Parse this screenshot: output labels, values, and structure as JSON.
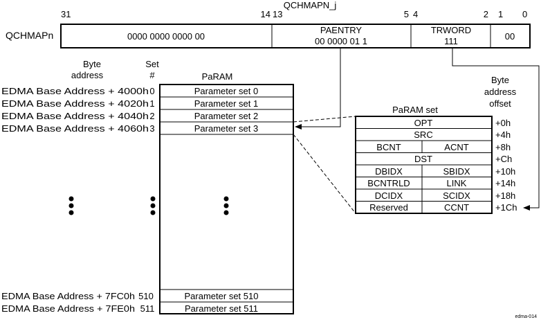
{
  "register": {
    "title": "QCHMAPN_j",
    "name": "QCHMAPn",
    "bits": {
      "b31": "31",
      "b14": "14",
      "b13": "13",
      "b5": "5",
      "b4": "4",
      "b2": "2",
      "b1": "1",
      "b0": "0"
    },
    "fields": {
      "reserved_high": "0000 0000 0000 00",
      "paentry_name": "PAENTRY",
      "paentry_value": "00 0000 01 1",
      "trword_name": "TRWORD",
      "trword_value": "111",
      "reserved_low": "00"
    }
  },
  "headers": {
    "byte_address_1": "Byte",
    "byte_address_2": "address",
    "set_1": "Set",
    "set_2": "#",
    "param": "PaRAM",
    "param_set": "PaRAM set",
    "offset_1": "Byte",
    "offset_2": "address",
    "offset_3": "offset"
  },
  "param_rows": [
    {
      "address": "EDMA Base Address + 4000h",
      "set": "0",
      "label": "Parameter set 0"
    },
    {
      "address": "EDMA Base Address + 4020h",
      "set": "1",
      "label": "Parameter set 1"
    },
    {
      "address": "EDMA Base Address + 4040h",
      "set": "2",
      "label": "Parameter set 2"
    },
    {
      "address": "EDMA Base Address + 4060h",
      "set": "3",
      "label": "Parameter set 3"
    },
    {
      "address": "EDMA Base Address + 7FC0h",
      "set": "510",
      "label": "Parameter set 510"
    },
    {
      "address": "EDMA Base Address + 7FE0h",
      "set": "511",
      "label": "Parameter set 511"
    }
  ],
  "param_set_rows": [
    {
      "cells": [
        "OPT"
      ],
      "offset": "+0h"
    },
    {
      "cells": [
        "SRC"
      ],
      "offset": "+4h"
    },
    {
      "cells": [
        "BCNT",
        "ACNT"
      ],
      "offset": "+8h"
    },
    {
      "cells": [
        "DST"
      ],
      "offset": "+Ch"
    },
    {
      "cells": [
        "DBIDX",
        "SBIDX"
      ],
      "offset": "+10h"
    },
    {
      "cells": [
        "BCNTRLD",
        "LINK"
      ],
      "offset": "+14h"
    },
    {
      "cells": [
        "DCIDX",
        "SCIDX"
      ],
      "offset": "+18h"
    },
    {
      "cells": [
        "Reserved",
        "CCNT"
      ],
      "offset": "+1Ch"
    }
  ],
  "figure_id": "edma-014",
  "colors": {
    "line": "#000000",
    "dashed": "#000000"
  }
}
